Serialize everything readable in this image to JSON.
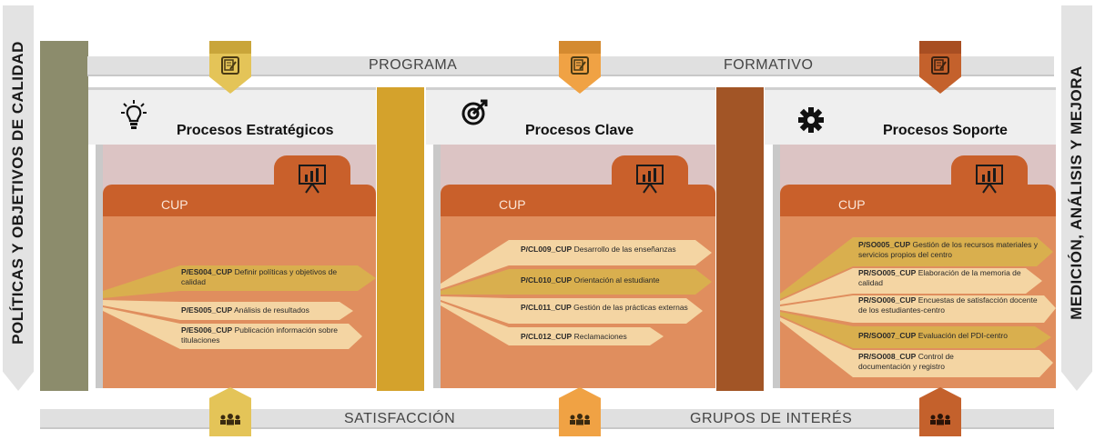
{
  "side_labels": {
    "left": "POLÍTICAS Y OBJETIVOS DE CALIDAD",
    "right": "MEDICIÓN, ANÁLISIS Y MEJORA"
  },
  "top_band": {
    "left_word": "PROGRAMA",
    "right_word": "FORMATIVO"
  },
  "bottom_band": {
    "left_word": "SATISFACCIÓN",
    "right_word": "GRUPOS DE INTERÉS"
  },
  "columns": [
    {
      "title": "Procesos Estratégicos",
      "icon": "lightbulb-icon",
      "cup_label": "CUP",
      "items": [
        {
          "code": "P/ES004_CUP",
          "text": "Definir políticas y objetivos de calidad"
        },
        {
          "code": "P/ES005_CUP",
          "text": "Análisis de resultados"
        },
        {
          "code": "P/ES006_CUP",
          "text": "Publicación información sobre titulaciones"
        }
      ]
    },
    {
      "title": "Procesos Clave",
      "icon": "target-icon",
      "cup_label": "CUP",
      "items": [
        {
          "code": "P/CL009_CUP",
          "text": "Desarrollo de las enseñanzas"
        },
        {
          "code": "P/CL010_CUP",
          "text": "Orientación al estudiante"
        },
        {
          "code": "P/CL011_CUP",
          "text": "Gestión de las prácticas externas"
        },
        {
          "code": "P/CL012_CUP",
          "text": "Reclamaciones"
        }
      ]
    },
    {
      "title": "Procesos Soporte",
      "icon": "gear-icon",
      "cup_label": "CUP",
      "items": [
        {
          "code": "P/SO005_CUP",
          "text": "Gestión de los recursos materiales y servicios propios del centro"
        },
        {
          "code": "PR/SO005_CUP",
          "text": "Elaboración de la memoria de calidad"
        },
        {
          "code": "PR/SO006_CUP",
          "text": "Encuestas de satisfacción docente de los estudiantes-centro"
        },
        {
          "code": "PR/SO007_CUP",
          "text": "Evaluación del PDI-centro"
        },
        {
          "code": "PR/SO008_CUP",
          "text": "Control de documentación y registro"
        }
      ]
    }
  ],
  "colors": {
    "olive": "#8c8c6c",
    "gold": "#d4a22c",
    "gold_tab": "#e4c458",
    "brown": "#a25526",
    "orange_tab": "#f0a244",
    "rust_tab": "#c4612c",
    "panel_orange": "#e08e5e",
    "cup_bar": "#c9602b",
    "fan_light": "#f4d9a6",
    "fan_gold": "#d8b24c"
  }
}
